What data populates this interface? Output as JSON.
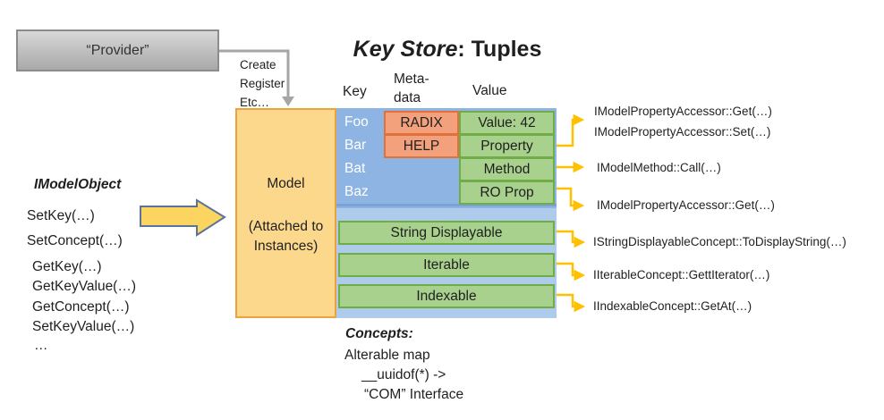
{
  "title": {
    "name_part": "Key Store",
    "separator": ": ",
    "type_part": "Tuples"
  },
  "provider": {
    "label": "“Provider”",
    "annotation_lines": [
      "Create",
      "Register",
      "Etc…"
    ]
  },
  "columns": {
    "key": "Key",
    "metadata_line1": "Meta-",
    "metadata_line2": "data",
    "value": "Value"
  },
  "model": {
    "title": "Model",
    "subtitle": "(Attached to Instances)"
  },
  "keys": [
    "Foo",
    "Bar",
    "Bat",
    "Baz"
  ],
  "metadata_cells": [
    "RADIX",
    "HELP"
  ],
  "value_cells": [
    "Value: 42",
    "Property",
    "Method",
    "RO Prop"
  ],
  "concept_bars": [
    "String Displayable",
    "Iterable",
    "Indexable"
  ],
  "imodelobject": {
    "heading": "IModelObject",
    "methods": [
      "SetKey(…)",
      "SetConcept(…)",
      "GetKey(…)",
      "GetKeyValue(…)",
      "GetConcept(…)",
      "SetKeyValue(…)",
      "…"
    ]
  },
  "interfaces": {
    "property_get": "IModelPropertyAccessor::Get(…)",
    "property_set": "IModelPropertyAccessor::Set(…)",
    "method_call": "IModelMethod::Call(…)",
    "roprop_get": "IModelPropertyAccessor::Get(…)",
    "string_displayable": "IStringDisplayableConcept::ToDisplayString(…)",
    "iterable": "IIterableConcept::GettIterator(…)",
    "indexable": "IIndexableConcept::GetAt(…)"
  },
  "concepts_note": {
    "heading": "Concepts:",
    "lines": [
      "Alterable map",
      "__uuidof(*) ->",
      "“COM” Interface"
    ]
  },
  "colors": {
    "model_fill": "#FCD88C",
    "model_border": "#EDA33D",
    "store_blue": "#8DB4E2",
    "store_blue_light": "#AFCBEB",
    "concept_green_fill": "#A9D18E",
    "concept_green_border": "#70AD47",
    "metadata_orange_fill": "#F2A17C",
    "metadata_orange_border": "#E2703A",
    "connector_yellow": "#FFC000",
    "connector_gray": "#A6A6A6",
    "block_arrow_fill": "#FBD560",
    "block_arrow_border": "#5B7299"
  }
}
